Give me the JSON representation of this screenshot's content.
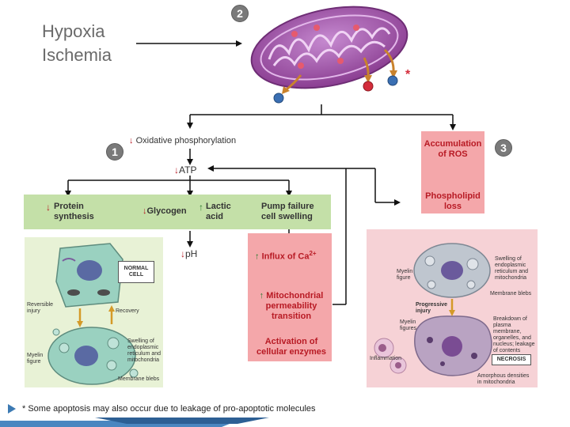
{
  "title": {
    "line1": "Hypoxia",
    "line2": "Ischemia"
  },
  "markers": {
    "m1": "1",
    "m2": "2",
    "m3": "3"
  },
  "asterisk": "*",
  "flow": {
    "oxphos": "Oxidative phosphorylation",
    "atp": "ATP",
    "ph": "pH",
    "down_arrow": "↓",
    "up_arrow": "↑"
  },
  "green_panel": {
    "protein_synthesis": [
      "Protein",
      "synthesis"
    ],
    "glycogen": "Glycogen",
    "lactic_acid": [
      "Lactic",
      "acid"
    ],
    "pump_failure": [
      "Pump failure",
      "cell swelling"
    ]
  },
  "pink_center": {
    "influx_calcium": "Influx of Ca",
    "calcium_sup": "2+",
    "mito_permeability": [
      "Mitochondrial",
      "permeability",
      "transition"
    ],
    "activation": [
      "Activation of",
      "cellular enzymes"
    ]
  },
  "pink_right": {
    "accumulation_ros": [
      "Accumulation",
      "of ROS"
    ],
    "phospholipid_loss": [
      "Phospholipid",
      "loss"
    ]
  },
  "left_figure": {
    "normal_cell": [
      "NORMAL",
      "CELL"
    ],
    "reversible_injury": [
      "Reversible",
      "injury"
    ],
    "recovery": "Recovery",
    "myelin_figure": [
      "Myelin",
      "figure"
    ],
    "swelling": [
      "Swelling of",
      "endoplasmic",
      "reticulum and",
      "mitochondria"
    ],
    "membrane_blebs": "Membrane blebs"
  },
  "right_figure": {
    "myelin_figure": [
      "Myelin",
      "figure"
    ],
    "swelling": [
      "Swelling of",
      "endoplasmic",
      "reticulum and",
      "mitochondria"
    ],
    "membrane_blebs": "Membrane blebs",
    "progressive_injury": [
      "Progressive",
      "injury"
    ],
    "myelin_figures": [
      "Myelin",
      "figures"
    ],
    "breakdown": [
      "Breakdown of",
      "plasma membrane,",
      "organelles, and",
      "nucleus; leakage",
      "of contents"
    ],
    "inflammation": "Inflammation",
    "necrosis": "NECROSIS",
    "amorphous": [
      "Amorphous densities",
      "in mitochondria"
    ]
  },
  "footer": "* Some apoptosis may also occur due to leakage of pro-apoptotic molecules",
  "colors": {
    "green_panel": "#c4e0a8",
    "pink_box": "#f4a7aa",
    "red_text": "#b81a24",
    "mito_purple": "#9a4e9f"
  }
}
